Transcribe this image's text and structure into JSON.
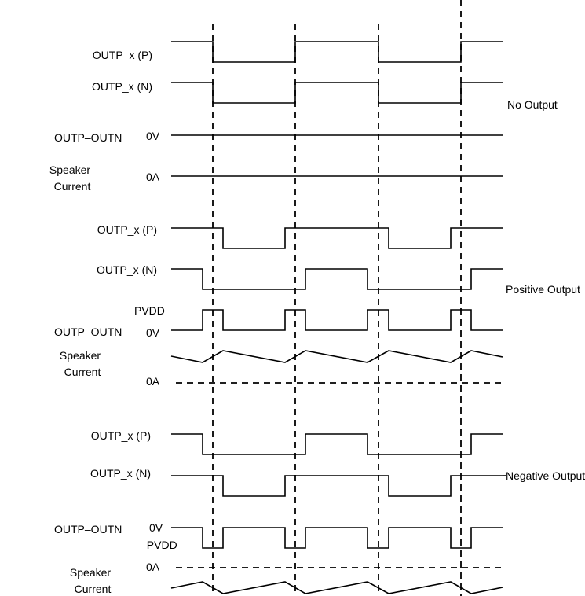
{
  "labels": {
    "no_output": {
      "p": "OUTP_x (P)",
      "n": "OUTP_x (N)",
      "diff": "OUTP–OUTN",
      "diff_zero": "0V",
      "current_line1": "Speaker",
      "current_line2": "Current",
      "current_zero": "0A",
      "mode": "No Output"
    },
    "positive_output": {
      "p": "OUTP_x (P)",
      "n": "OUTP_x (N)",
      "diff_high": "PVDD",
      "diff": "OUTP–OUTN",
      "diff_zero": "0V",
      "current_line1": "Speaker",
      "current_line2": "Current",
      "current_zero": "0A",
      "mode": "Positive Output"
    },
    "negative_output": {
      "p": "OUTP_x (P)",
      "n": "OUTP_x (N)",
      "diff": "OUTP–OUTN",
      "diff_zero": "0V",
      "diff_low": "–PVDD",
      "current_line1": "Speaker",
      "current_line2": "Current",
      "current_zero": "0A",
      "mode": "Negative Output"
    }
  },
  "colors": {
    "line": "#000000",
    "background": "#ffffff"
  }
}
